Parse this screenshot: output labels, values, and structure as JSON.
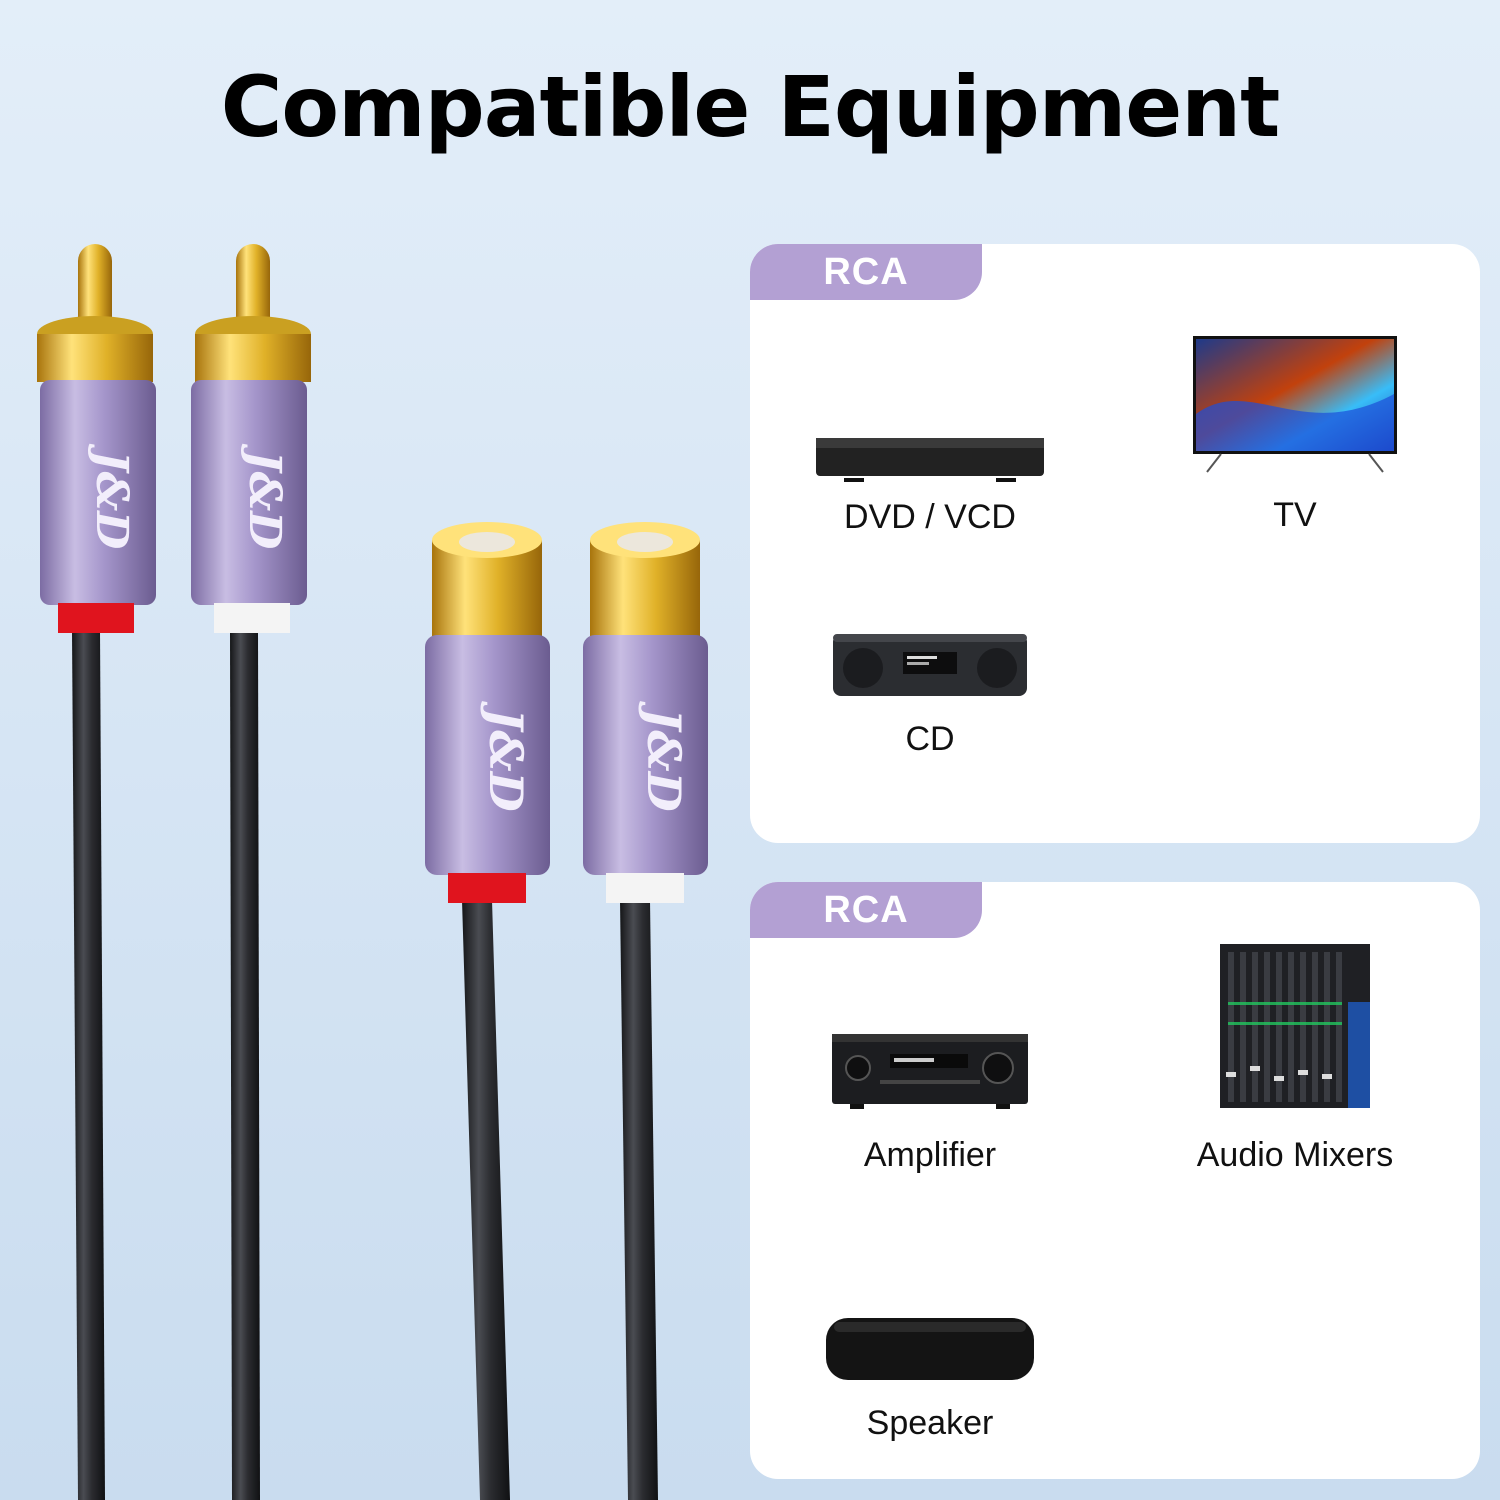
{
  "headline": "Compatible Equipment",
  "brand_logo_text": "J&D",
  "panels": [
    {
      "tag": "RCA",
      "devices": [
        {
          "label": "DVD / VCD",
          "icon": "dvd-player-icon"
        },
        {
          "label": "TV",
          "icon": "tv-icon"
        },
        {
          "label": "CD",
          "icon": "cd-stereo-icon"
        }
      ]
    },
    {
      "tag": "RCA",
      "devices": [
        {
          "label": "Amplifier",
          "icon": "amplifier-icon"
        },
        {
          "label": "Audio Mixers",
          "icon": "audio-mixer-icon"
        },
        {
          "label": "Speaker",
          "icon": "speaker-icon"
        }
      ]
    }
  ],
  "colors": {
    "tag_purple": "#b3a0d3",
    "connector_purple": "#9b8bbf",
    "gold": "#d9a91f",
    "red_ring": "#e0141e",
    "white_ring": "#f4f4f4",
    "cable_black": "#2a2b2f"
  }
}
